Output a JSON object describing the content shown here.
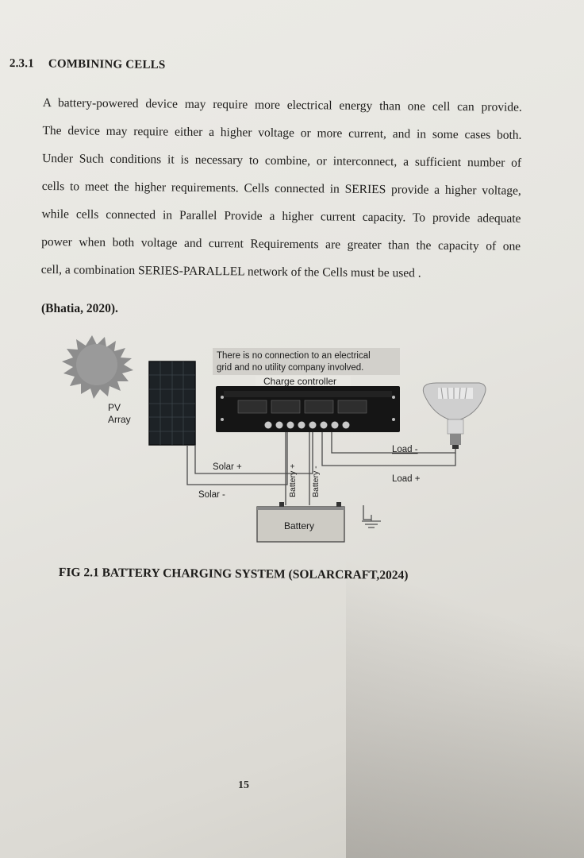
{
  "section": {
    "number": "2.3.1",
    "title": "COMBINING CELLS"
  },
  "paragraph": {
    "lines": [
      "A battery-powered device may require more electrical energy than one cell can provide.",
      "The device may require either a higher voltage or more current, and in some cases both.",
      "Under Such conditions it is necessary to combine, or interconnect, a sufficient number of",
      "cells to meet the higher requirements. Cells connected in SERIES provide a higher voltage,",
      "while cells connected in Parallel Provide a higher current capacity. To provide adequate",
      "power when both voltage and current Requirements are greater than the capacity of one",
      "cell, a combination SERIES-PARALLEL network of the Cells must be used ."
    ],
    "citation": "(Bhatia, 2020)."
  },
  "figure": {
    "note_line1": "There is no connection to an electrical",
    "note_line2": "grid and no utility company involved.",
    "controller_label": "Charge controller",
    "pv_label_line1": "PV",
    "pv_label_line2": "Array",
    "solar_plus": "Solar +",
    "solar_minus": "Solar -",
    "battery_plus": "Battery +",
    "battery_minus": "Battery -",
    "load_minus": "Load -",
    "load_plus": "Load +",
    "battery_label": "Battery",
    "colors": {
      "note_bg": "#d2d0cb",
      "panel": "#1d2226",
      "controller": "#151515",
      "sun": "#8a8a8a",
      "battery": "#cdcbc4"
    }
  },
  "caption": "FIG 2.1 BATTERY CHARGING SYSTEM (SOLARCRAFT,2024)",
  "page_number": "15"
}
